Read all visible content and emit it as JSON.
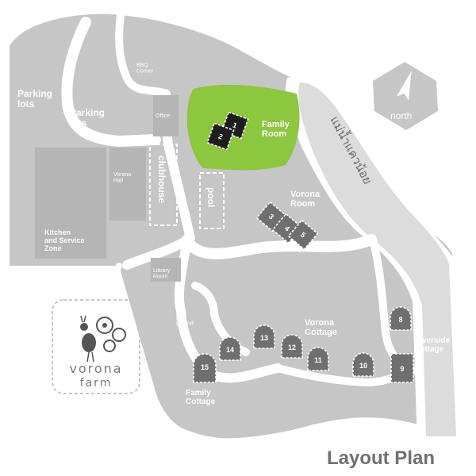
{
  "title": "Layout Plan",
  "compass_label": "north",
  "logo": {
    "line1": "vorona",
    "line2": "farm"
  },
  "colors": {
    "land": "#c6c6c6",
    "building": "#b5b5b5",
    "accent": "#8dc63f",
    "river": "#dcdcdc",
    "room": "#6f6f6f",
    "room_dark": "#1e1e1e",
    "title": "#707070"
  },
  "areas": {
    "parking_left": "Parking lots",
    "parking_center": "Parking lots",
    "bbq": "BBQ Corner",
    "office": "Office",
    "clubhouse": "clubhouse",
    "pool": "pool",
    "vorona_hall": "Vorona Hall",
    "kitchen": "Kitchen and Service Zone",
    "library": "Library Room",
    "playground": "play ground",
    "family_room": "Family Room",
    "vorona_room": "Vorona Room",
    "vorona_cottage": "Vorona Cottage",
    "riverside_cottage": "Riverside Cottage",
    "family_cottage": "Family Cottage",
    "river": "แม่น้ำแควน้อย"
  },
  "units": {
    "family_room": [
      "1",
      "2"
    ],
    "vorona_room": [
      "3",
      "4",
      "5"
    ],
    "vorona_cottage": [
      "10",
      "11",
      "12",
      "13",
      "14"
    ],
    "riverside_cottage": [
      "8",
      "9"
    ],
    "family_cottage": [
      "15"
    ]
  }
}
